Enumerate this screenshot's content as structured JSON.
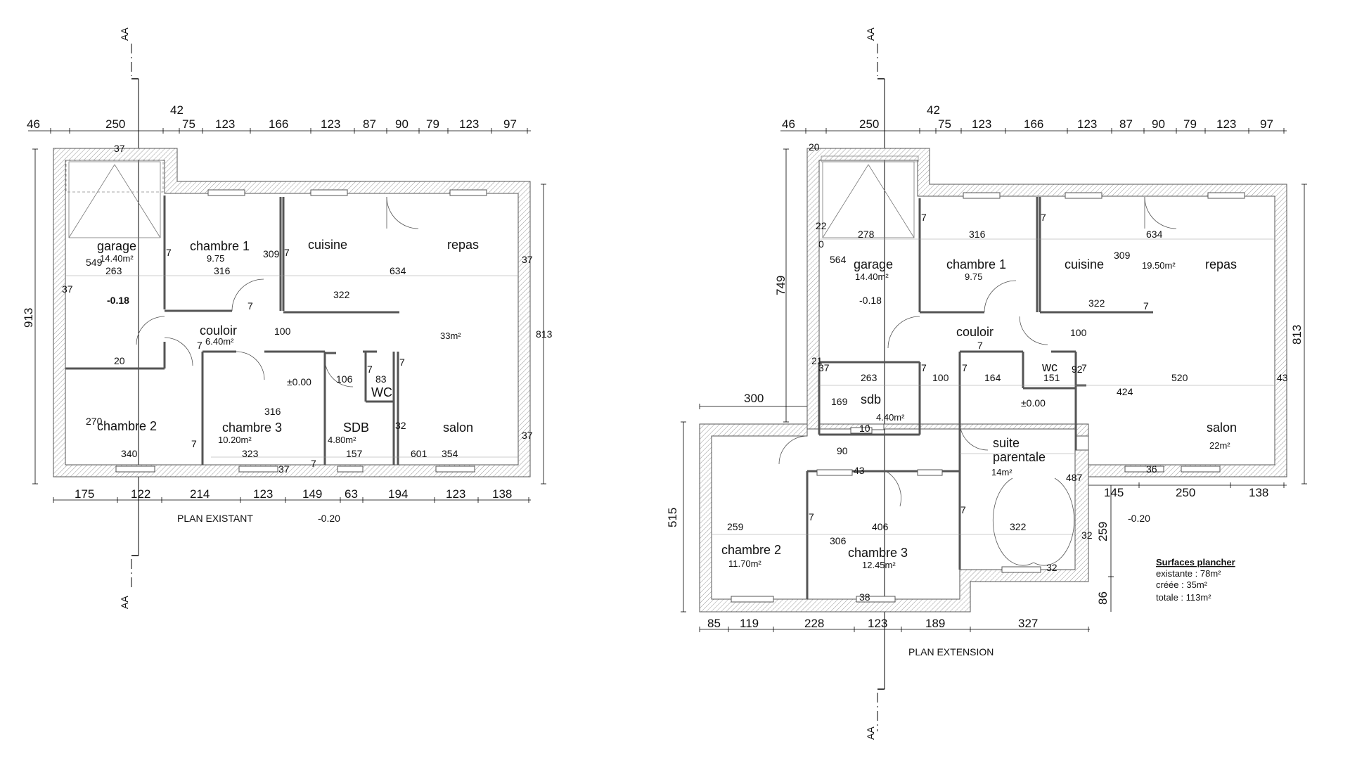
{
  "plan_existant": {
    "title": "PLAN EXISTANT",
    "level_outside": "-0.20",
    "top_dims": [
      "46",
      "250",
      "42",
      "75",
      "123",
      "166",
      "123",
      "87",
      "90",
      "79",
      "123",
      "97"
    ],
    "bottom_dims": [
      "175",
      "122",
      "214",
      "123",
      "149",
      "63",
      "194",
      "123",
      "138"
    ],
    "left_dim": "913",
    "right_dim": "813",
    "section_mark": "AA",
    "rooms": [
      {
        "name": "garage",
        "area": "14.40m²"
      },
      {
        "name": "chambre 1",
        "area": "9.75"
      },
      {
        "name": "cuisine",
        "area": ""
      },
      {
        "name": "repas",
        "area": ""
      },
      {
        "name": "couloir",
        "area": "6.40m²"
      },
      {
        "name": "chambre 2",
        "area": ""
      },
      {
        "name": "chambre 3",
        "area": "10.20m²"
      },
      {
        "name": "SDB",
        "area": "4.80m²"
      },
      {
        "name": "WC",
        "area": ""
      },
      {
        "name": "salon",
        "area": ""
      }
    ],
    "labels": {
      "garage_width": "37",
      "garage_depth": "549",
      "garage_inner": "263",
      "garage_level": "-0.18",
      "wall_left": "37",
      "ch1_wall": "7",
      "ch1_width": "316",
      "wall_309": "309",
      "wall_7b": "7",
      "span_634": "634",
      "wall_right": "37",
      "span_322": "322",
      "wall_7c": "7",
      "span_100": "100",
      "salon_area": "33m²",
      "wall_7d": "7",
      "span_20": "20",
      "level_0": "±0.00",
      "span_106": "106",
      "wall_7e": "7",
      "span_83": "83",
      "wall_7f": "7",
      "span_316b": "316",
      "span_270": "270",
      "span_32": "32",
      "wall_7g": "7",
      "span_340": "340",
      "span_323": "323",
      "span_157": "157",
      "span_601": "601",
      "span_354": "354",
      "wall_37b": "37",
      "wall_7h": "7",
      "wall_37c": "37"
    }
  },
  "plan_extension": {
    "title": "PLAN EXTENSION",
    "level_outside": "-0.20",
    "top_dims": [
      "46",
      "250",
      "42",
      "75",
      "123",
      "166",
      "123",
      "87",
      "90",
      "79",
      "123",
      "97"
    ],
    "bottom_dims": [
      "85",
      "119",
      "228",
      "123",
      "189",
      "327"
    ],
    "bottom_right_dims": [
      "145",
      "250",
      "138"
    ],
    "left_dim_top": "749",
    "left_dim_bottom": "515",
    "right_dim": "813",
    "right_dim_b1": "259",
    "right_dim_b2": "86",
    "span_300": "300",
    "section_mark": "AA",
    "rooms": [
      {
        "name": "garage",
        "area": "14.40m²"
      },
      {
        "name": "chambre 1",
        "area": "9.75"
      },
      {
        "name": "cuisine",
        "area": ""
      },
      {
        "name": "repas",
        "area": "19.50m²"
      },
      {
        "name": "couloir",
        "area": ""
      },
      {
        "name": "sdb",
        "area": "4.40m²"
      },
      {
        "name": "wc",
        "area": ""
      },
      {
        "name": "suite",
        "area": ""
      },
      {
        "name": "parentale",
        "area": "14m²"
      },
      {
        "name": "salon",
        "area": "22m²"
      },
      {
        "name": "chambre 2",
        "area": "11.70m²"
      },
      {
        "name": "chambre 3",
        "area": "12.45m²"
      }
    ],
    "labels": {
      "n20": "20",
      "n22": "22",
      "n0": "0",
      "n278": "278",
      "n564": "564",
      "garage_level": "-0.18",
      "n7a": "7",
      "n316": "316",
      "n7b": "7",
      "n634": "634",
      "n309": "309",
      "n322": "322",
      "n7c": "7",
      "n100": "100",
      "n7d": "7",
      "n21": "21",
      "n37": "37",
      "n263": "263",
      "n7e": "7",
      "n100b": "100",
      "n7f": "7",
      "n164": "164",
      "n151": "151",
      "n92": "92",
      "n7g": "7",
      "n520": "520",
      "n43": "43",
      "n424": "424",
      "n169": "169",
      "n10": "10",
      "level_0": "±0.00",
      "n90": "90",
      "n43b": "43",
      "n487": "487",
      "n36": "36",
      "n259": "259",
      "n306": "306",
      "n406": "406",
      "n7h": "7",
      "n7i": "7",
      "n322b": "322",
      "n32": "32",
      "n32b": "32",
      "n38": "38"
    },
    "legend": {
      "title": "Surfaces plancher",
      "existante": "existante : 78m²",
      "creee": "créée : 35m²",
      "totale": "totale : 113m²"
    }
  }
}
